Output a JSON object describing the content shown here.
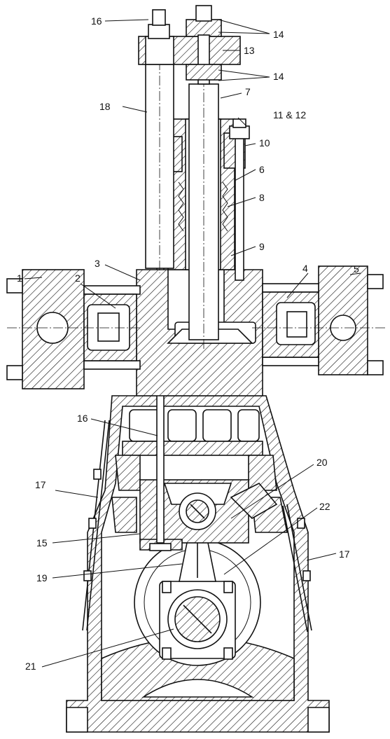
{
  "labels": {
    "l1": "1",
    "l2": "2",
    "l3": "3",
    "l4": "4",
    "l5": "5",
    "l6": "6",
    "l7": "7",
    "l8": "8",
    "l9": "9",
    "l10": "10",
    "l11_12": "11 & 12",
    "l13": "13",
    "l14a": "14",
    "l14b": "14",
    "l15": "15",
    "l16a": "16",
    "l16b": "16",
    "l17a": "17",
    "l17b": "17",
    "l18": "18",
    "l19": "19",
    "l20": "20",
    "l21": "21",
    "l22": "22"
  }
}
